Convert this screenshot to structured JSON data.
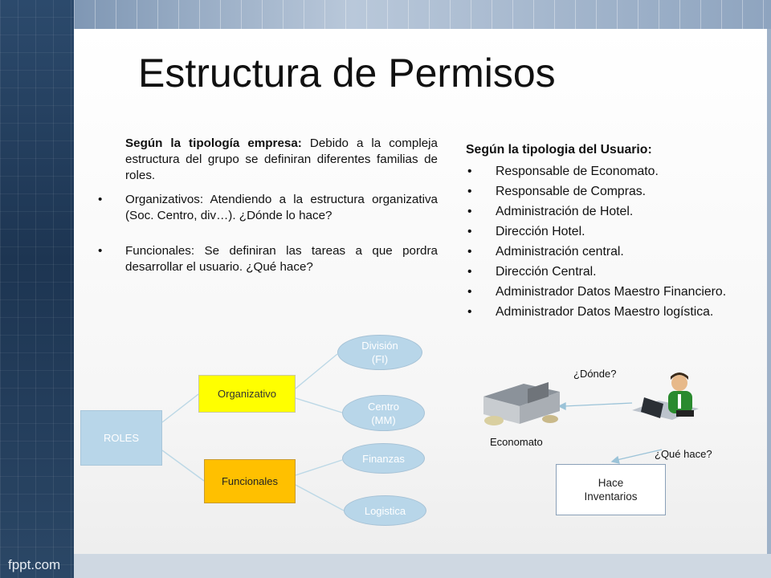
{
  "footer": {
    "brand": "fppt.com"
  },
  "slide": {
    "title": "Estructura de Permisos",
    "left": {
      "intro_bold": "Según la tipología empresa:",
      "intro_rest": " Debido a la compleja estructura del grupo se definiran diferentes familias de roles.",
      "bullets": [
        "Organizativos: Atendiendo a la estructura organizativa (Soc. Centro, div…). ¿Dónde lo hace?",
        "Funcionales: Se definiran las tareas a que pordra desarrollar el usuario. ¿Qué hace?"
      ]
    },
    "right": {
      "header": "Según la tipologia del Usuario:",
      "bullets": [
        "Responsable de Economato.",
        "Responsable de Compras.",
        "Administración de Hotel.",
        "Dirección Hotel.",
        "Administración central.",
        "Dirección Central.",
        "Administrador Datos Maestro Financiero.",
        "Administrador Datos  Maestro logística."
      ]
    },
    "diagram": {
      "roles": "ROLES",
      "organizativo": "Organizativo",
      "funcionales": "Funcionales",
      "division_line1": "División",
      "division_line2": "(FI)",
      "centro_line1": "Centro",
      "centro_line2": "(MM)",
      "finanzas": "Finanzas",
      "logistica": "Logistica",
      "colors": {
        "roles": "#b8d6e9",
        "organizativo": "#ffff00",
        "funcionales": "#ffc000"
      }
    },
    "illustration": {
      "economato": "Economato",
      "donde": "¿Dónde?",
      "que_hace": "¿Qué hace?",
      "inventarios_line1": "Hace",
      "inventarios_line2": "Inventarios",
      "icons": [
        "warehouse-icon",
        "person-at-computer-icon"
      ]
    }
  },
  "bullet_char": "•"
}
